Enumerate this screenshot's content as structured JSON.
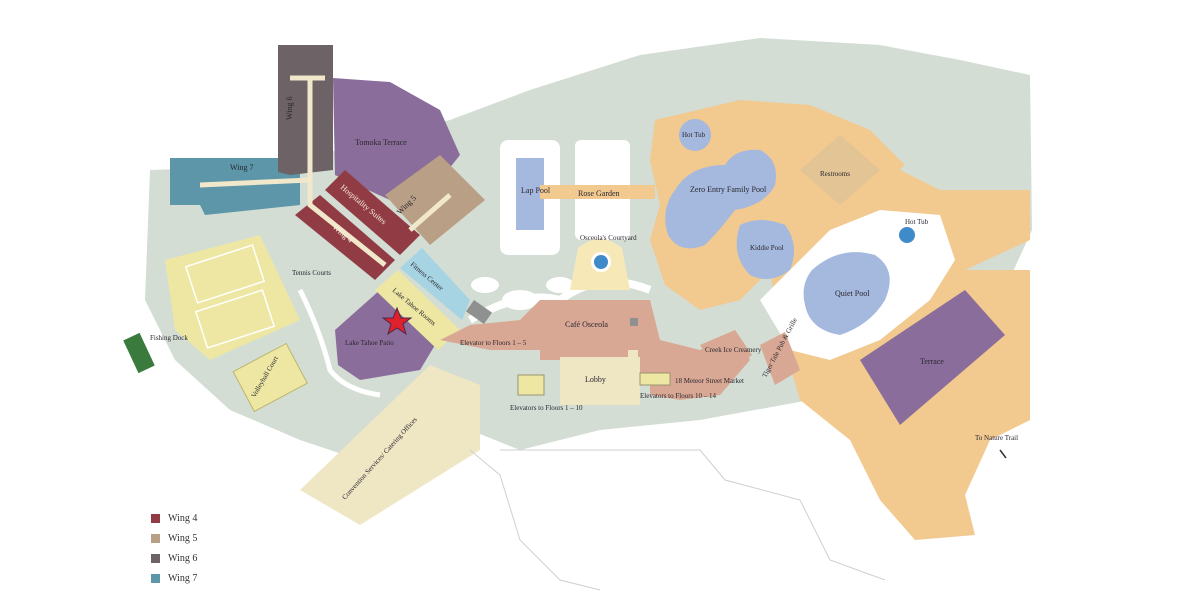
{
  "map": {
    "labels": {
      "wing6": "Wing 6",
      "wing7": "Wing 7",
      "wing5": "Wing 5",
      "wing4": "Wing 4",
      "tomoka_terrace": "Tomoka Terrace",
      "hospitality_suites": "Hospitality Suites",
      "fitness_center": "Fitness Center",
      "lake_tahoe_rooms": "Lake Tahoe Rooms",
      "lake_tahoe_patio": "Lake Tahoe Patio",
      "tennis_courts": "Tennis Courts",
      "fishing_dock": "Fishing Dock",
      "volleyball_court": "Volleyball Court",
      "convention_services": "Convention Services/ Catering Offices",
      "lap_pool": "Lap Pool",
      "rose_garden": "Rose Garden",
      "osceola_courtyard": "Osceola's Courtyard",
      "hot_tub_1": "Hot Tub",
      "zero_entry_pool": "Zero Entry Family Pool",
      "kiddie_pool": "Kiddie Pool",
      "restrooms": "Restrooms",
      "hot_tub_2": "Hot Tub",
      "quiet_pool": "Quiet Pool",
      "terrace": "Terrace",
      "cafe_osceola": "Café Osceola",
      "elevator_1_5": "Elevator to Floors 1 – 5",
      "lobby": "Lobby",
      "elevators_1_10": "Elevators to Floors 1 – 10",
      "elevators_10_14": "Elevators to Floors 10 – 14",
      "meteor_market": "18 Meteor Street Market",
      "creek_ice": "Creek Ice Creamery",
      "tiger_tale": "Tiger Tale Pub & Grille",
      "nature_trail": "To Nature Trail"
    },
    "colors": {
      "grounds": "#d3ddd4",
      "pool": "#a5b8dd",
      "deck": "#f2c98f",
      "purple": "#8a6d9a",
      "wing4": "#913c44",
      "wing5": "#b99f85",
      "wing6": "#6d6265",
      "wing7": "#5c96a8",
      "yellow": "#ede7a3",
      "salmon": "#d9a894",
      "cream": "#efe6c4",
      "star": "#e0202a"
    }
  },
  "legend": [
    {
      "label": "Wing 4",
      "color": "#913c44"
    },
    {
      "label": "Wing 5",
      "color": "#b99f85"
    },
    {
      "label": "Wing 6",
      "color": "#6d6265"
    },
    {
      "label": "Wing 7",
      "color": "#5c96a8"
    }
  ]
}
